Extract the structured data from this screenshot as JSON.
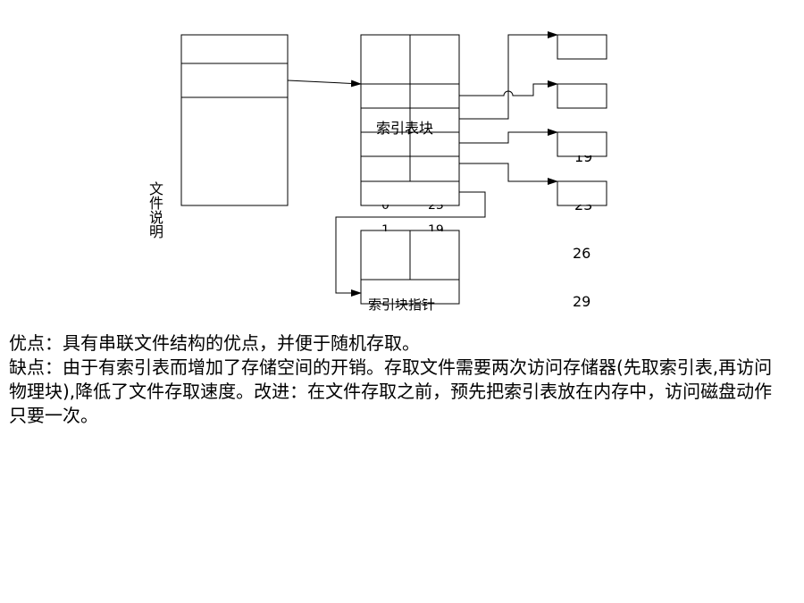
{
  "diagram": {
    "file_desc_label": "文件说明",
    "index_block_label": "索引表块",
    "index_pointer_label": "索引块指针",
    "index_entries": [
      {
        "logical": "0",
        "physical": "23"
      },
      {
        "logical": "1",
        "physical": "19"
      }
    ],
    "block_numbers": [
      "19",
      "23",
      "26",
      "29"
    ]
  },
  "text": {
    "advantages": "优点：具有串联文件结构的优点，并便于随机存取。",
    "disadvantages": "缺点：由于有索引表而增加了存储空间的开销。存取文件需要两次访问存储器(先取索引表,再访问物理块),降低了文件存取速度。改进：在文件存取之前，预先把索引表放在内存中，访问磁盘动作只要一次。"
  }
}
